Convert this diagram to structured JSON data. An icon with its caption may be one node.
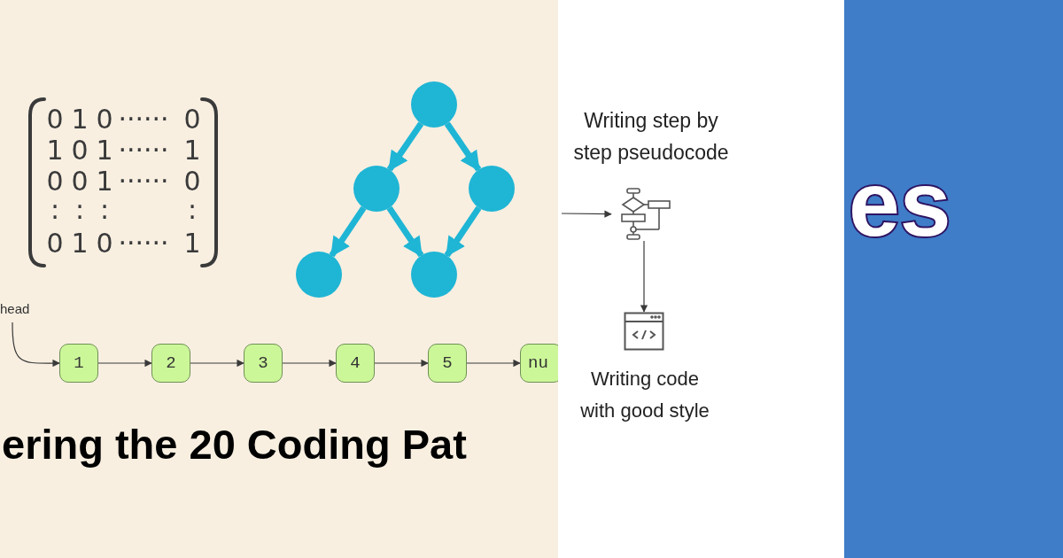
{
  "diagram": {
    "nodes": [
      {
        "text": [
          "head"
        ]
      },
      {
        "text": [
          "1"
        ]
      },
      {
        "text": [
          "2"
        ]
      },
      {
        "text": [
          "3"
        ]
      },
      {
        "text": [
          "4"
        ]
      },
      {
        "text": [
          "5"
        ]
      },
      {
        "text": [
          "nu"
        ]
      },
      {
        "text": [],
        "shape": "circle"
      },
      {
        "text": [],
        "shape": "circle"
      },
      {
        "text": [],
        "shape": "circle"
      },
      {
        "text": [],
        "shape": "circle"
      },
      {
        "text": [],
        "shape": "circle"
      },
      {
        "text": [],
        "shape": "picture",
        "beside": [
          "Writing step by step pseudocode"
        ]
      },
      {
        "text": [],
        "shape": "picture"
      }
    ],
    "edges": [
      {
        "from": 0,
        "to": 1,
        "arrow": "to"
      },
      {
        "from": 1,
        "to": 2,
        "arrow": "to"
      },
      {
        "from": 2,
        "to": 3,
        "arrow": "to"
      },
      {
        "from": 3,
        "to": 4,
        "arrow": "to"
      },
      {
        "from": 4,
        "to": 5,
        "arrow": "to"
      },
      {
        "from": 5,
        "to": 6,
        "arrow": "to"
      },
      {
        "from": 7,
        "to": 8,
        "arrow": "to",
        "style": "thick",
        "color": "#1fb5d5"
      },
      {
        "from": 7,
        "to": 9,
        "arrow": "to",
        "style": "thick",
        "color": "#1fb5d5"
      },
      {
        "from": 8,
        "to": 10,
        "arrow": "to",
        "style": "thick",
        "color": "#1fb5d5"
      },
      {
        "from": 8,
        "to": 11,
        "arrow": "to",
        "style": "thick",
        "color": "#1fb5d5"
      },
      {
        "from": 9,
        "to": 11,
        "arrow": "to",
        "style": "thick",
        "color": "#1fb5d5"
      },
      {
        "from": null,
        "to": 12,
        "arrow": "to"
      },
      {
        "from": 12,
        "to": 13,
        "arrow": "to"
      }
    ],
    "labels": [
      "0",
      "1",
      "0",
      "······",
      "0",
      "1",
      "0",
      "1",
      "······",
      "1",
      "0",
      "0",
      "1",
      "······",
      "0",
      ":",
      ":",
      ":",
      ":",
      "0",
      "1",
      "0",
      "······",
      "1",
      "ering the 20 Coding Pat",
      "es",
      "Writing code with good style"
    ]
  }
}
